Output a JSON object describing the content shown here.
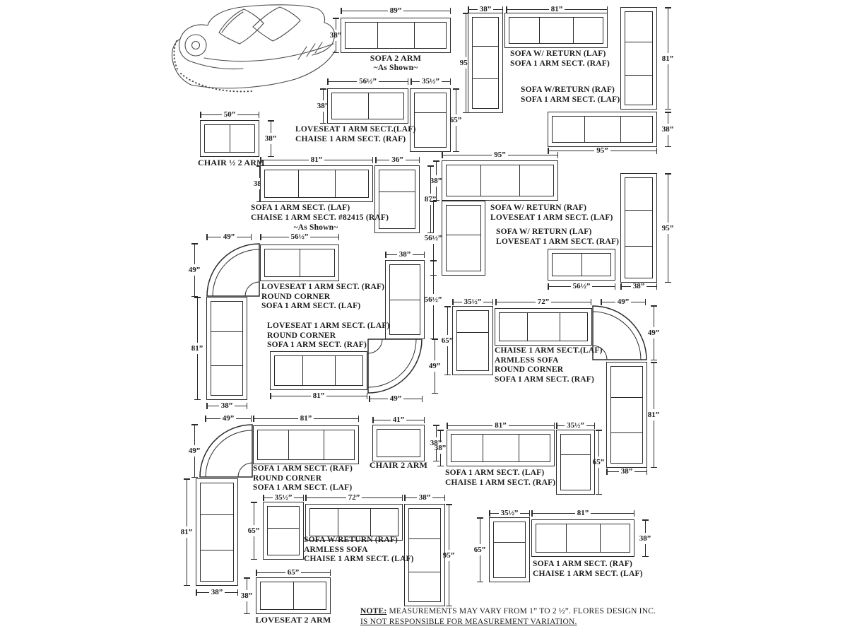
{
  "note": {
    "label": "NOTE:",
    "line1": "MEASUREMENTS MAY VARY FROM 1” TO 2 ½”. FLORES DESIGN INC.",
    "line2": "IS NOT RESPONSIBLE FOR MEASUREMENT VARIATION."
  },
  "d1": {
    "name": "SOFA 2 ARM",
    "shown": "~As Shown~",
    "w": "89”",
    "h": "38”"
  },
  "d2": {
    "l1": "SOFA W/ RETURN (LAF)",
    "l2": "SOFA 1 ARM SECT. (RAF)",
    "return_w": "38”",
    "sofa_w": "81”",
    "total_h": "95”"
  },
  "d3": {
    "h": "81”"
  },
  "t1": {
    "l1": "SOFA W/RETURN (RAF)",
    "l2": "SOFA 1 ARM SECT. (LAF)"
  },
  "d4": {
    "h": "38”",
    "w": "95”"
  },
  "d5": {
    "name": "CHAIR ½  2 ARM",
    "w": "50”",
    "h": "38”"
  },
  "d6": {
    "l1": "LOVESEAT 1 ARM SECT.(LAF)",
    "l2": "CHAISE 1 ARM SECT. (RAF)",
    "ls_w": "56½”",
    "ch_w": "35½”",
    "h": "38”",
    "ch_l": "65”"
  },
  "d7": {
    "l1": "SOFA 1 ARM SECT. (LAF)",
    "l2": "CHAISE 1 ARM SECT. #82415 (RAF)",
    "l3": "~As Shown~",
    "sofa_w": "81”",
    "ch_w": "36”",
    "h": "38”",
    "ch_l": "87”"
  },
  "d8": {
    "l1": "SOFA W/ RETURN (RAF)",
    "l2": "LOVESEAT 1 ARM SECT. (LAF)",
    "w": "95”",
    "h": "38”",
    "ret_l": "56½”"
  },
  "d9": {
    "h": "95”",
    "w": "38”"
  },
  "t2": {
    "l1": "SOFA W/ RETURN (LAF)",
    "l2": "LOVESEAT 1 ARM SECT. (RAF)"
  },
  "d10": {
    "w": "56½”"
  },
  "d11": {
    "l1": "LOVESEAT 1 ARM SECT. (RAF)",
    "l2": "ROUND CORNER",
    "l3": "SOFA 1 ARM SECT. (LAF)",
    "c_w": "49”",
    "ls_w": "56½”",
    "c_h": "49”",
    "sofa_l": "81”",
    "sofa_w": "38”"
  },
  "d12": {
    "l1": "LOVESEAT 1 ARM SECT. (LAF)",
    "l2": "ROUND CORNER",
    "l3": "SOFA 1 ARM SECT. (RAF)",
    "ls_w": "38”",
    "ls_l": "56½”",
    "sofa_l": "81”",
    "c_w": "49”",
    "c_h": "49”"
  },
  "d13": {
    "l1": "CHAISE 1 ARM SECT.(LAF)",
    "l2": "ARMLESS SOFA",
    "l3": "ROUND CORNER",
    "l4": "SOFA 1 ARM SECT. (RAF)",
    "ch_w": "35½”",
    "as_w": "72”",
    "c_w": "49”",
    "ch_l": "65”",
    "c_h": "49”",
    "sofa_l": "81”",
    "sofa_w": "38”"
  },
  "d14": {
    "l1": "SOFA 1 ARM SECT. (RAF)",
    "l2": "ROUND CORNER",
    "l3": "SOFA 1 ARM SECT. (LAF)",
    "c_w": "49”",
    "sofa1_l": "81”",
    "c_h": "49”",
    "sofa2_l": "81”",
    "sofa2_w": "38”"
  },
  "d15": {
    "name": "CHAIR 2 ARM",
    "w": "41”",
    "h": "38”"
  },
  "d16": {
    "l1": "SOFA 1 ARM SECT. (LAF)",
    "l2": "CHAISE 1 ARM SECT. (RAF)",
    "sofa_w": "81”",
    "ch_w": "35½”",
    "h": "38”",
    "ch_l": "65”"
  },
  "d17": {
    "l1": "SOFA W/RETURN (RAF)",
    "l2": "ARMLESS SOFA",
    "l3": "CHAISE 1 ARM SECT. (LAF)",
    "ret_w": "35½”",
    "as_w": "72”",
    "ch_w": "38”",
    "ret_l": "65”",
    "ch_l": "95”"
  },
  "d18": {
    "name": "LOVESEAT 2 ARM",
    "w": "65”",
    "h": "38”"
  },
  "d19": {
    "l1": "SOFA 1 ARM SECT. (RAF)",
    "l2": "CHAISE 1 ARM SECT. (LAF)",
    "ch_w": "35½”",
    "sofa_w": "81”",
    "ch_l": "65”",
    "h": "38”"
  }
}
